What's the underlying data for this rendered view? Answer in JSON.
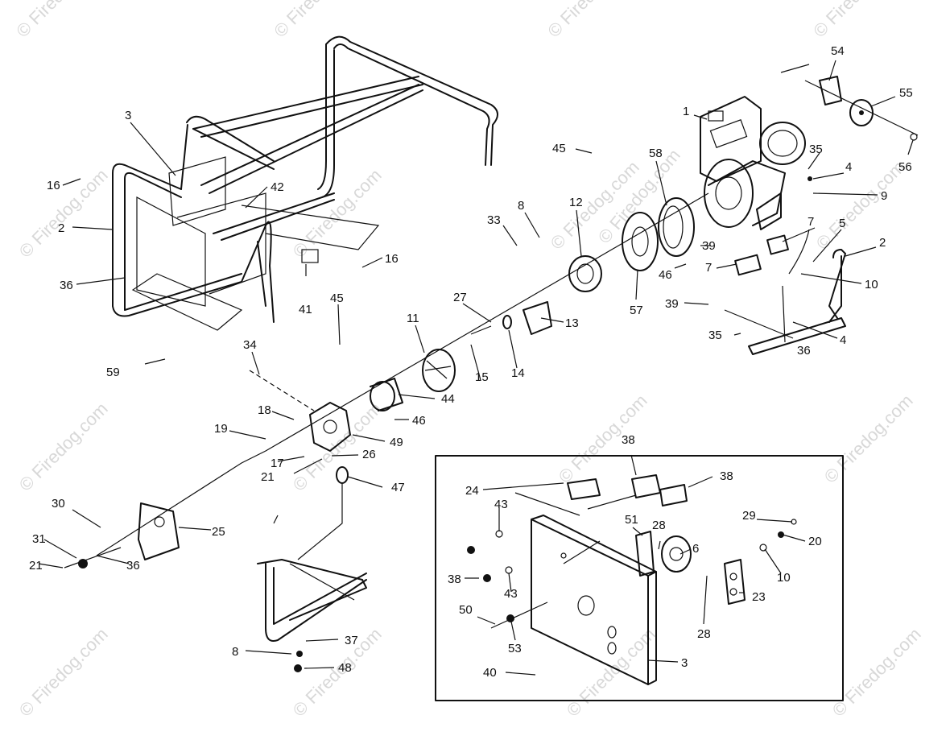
{
  "watermark": "© Firedog.com",
  "callouts": [
    "1",
    "2",
    "2",
    "3",
    "3",
    "4",
    "4",
    "5",
    "6",
    "7",
    "7",
    "8",
    "8",
    "9",
    "10",
    "10",
    "11",
    "12",
    "13",
    "14",
    "15",
    "16",
    "16",
    "17",
    "18",
    "19",
    "20",
    "21",
    "21",
    "23",
    "24",
    "25",
    "26",
    "27",
    "28",
    "28",
    "29",
    "30",
    "31",
    "33",
    "34",
    "35",
    "35",
    "36",
    "36",
    "36",
    "37",
    "38",
    "38",
    "38",
    "39",
    "39",
    "40",
    "41",
    "42",
    "43",
    "43",
    "44",
    "45",
    "45",
    "46",
    "46",
    "47",
    "48",
    "49",
    "50",
    "51",
    "53",
    "54",
    "55",
    "56",
    "57",
    "58",
    "59"
  ]
}
